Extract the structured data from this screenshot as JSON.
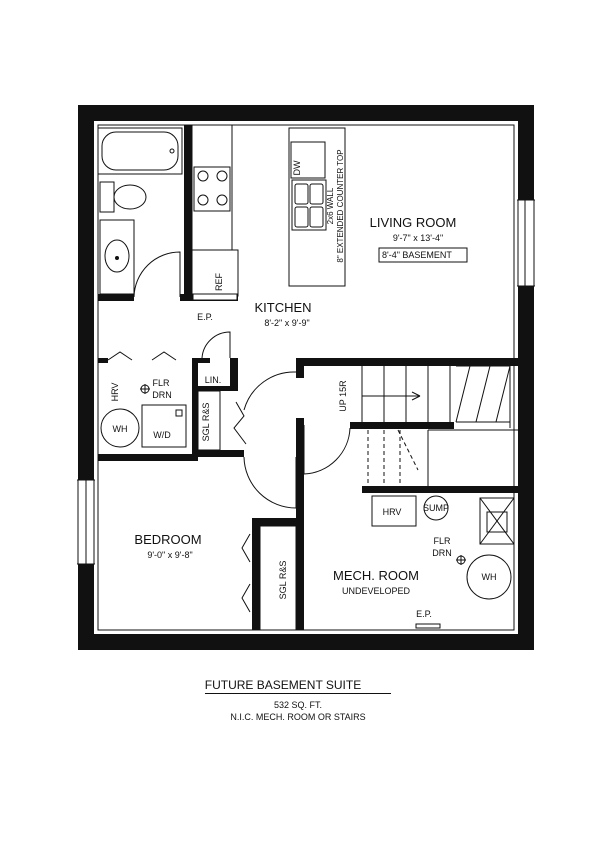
{
  "rooms": {
    "living": {
      "name": "LIVING ROOM",
      "dims": "9'-7\" x 13'-4\"",
      "note": "8'-4\" BASEMENT"
    },
    "kitchen": {
      "name": "KITCHEN",
      "dims": "8'-2\" x 9'-9\""
    },
    "bedroom": {
      "name": "BEDROOM",
      "dims": "9'-0\" x 9'-8\""
    },
    "mech": {
      "name": "MECH. ROOM",
      "sub": "UNDEVELOPED"
    }
  },
  "fixtures": {
    "dw": "DW",
    "ref": "REF",
    "ep": "E.P.",
    "lin": "LIN.",
    "hrv": "HRV",
    "flr": "FLR",
    "drn": "DRN",
    "wh": "WH",
    "wd": "W/D",
    "sgl": "SGL R&S",
    "up": "UP 15R",
    "sump": "SUMP",
    "wall_note_1": "2x6 WALL",
    "wall_note_2": "8\" EXTENDED COUNTER TOP"
  },
  "caption": {
    "title": "FUTURE BASEMENT SUITE",
    "area": "532 SQ. FT.",
    "note": "N.I.C. MECH. ROOM OR STAIRS"
  }
}
